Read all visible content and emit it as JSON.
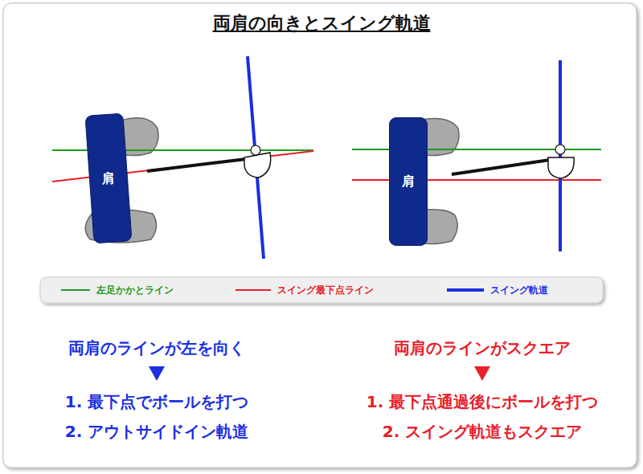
{
  "diagram": {
    "title": "両肩の向きとスイング軌道",
    "nodes": [
      {
        "text": [
          "肩"
        ]
      },
      {
        "text": [
          "肩"
        ]
      }
    ],
    "labels": [
      "両肩のラインが左を向く",
      "1. 最下点でボールを打つ",
      "2. アウトサイドイン軌道",
      "両肩のラインがスクエア",
      "1. 最下点通過後にボールを打つ",
      "2. スイング軌道もスクエア"
    ],
    "legend": [
      {
        "text": "左足かかとライン"
      },
      {
        "text": "スイング最下点ライン"
      },
      {
        "text": "スイング軌道"
      }
    ]
  }
}
